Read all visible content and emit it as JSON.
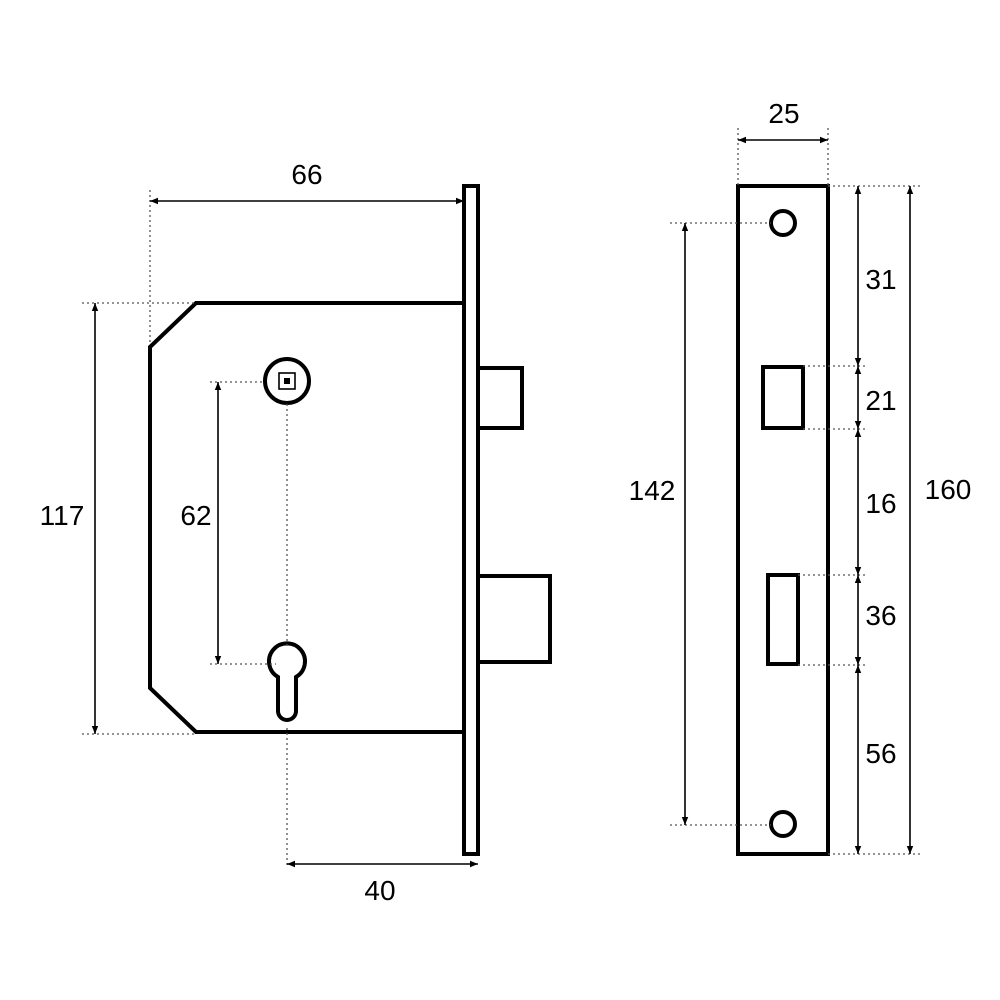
{
  "lock_body": {
    "dimensions": {
      "backset_width": "66",
      "body_height": "117",
      "centre_distance": "62",
      "backset": "40"
    }
  },
  "faceplate": {
    "dimensions": {
      "width": "25",
      "fixing_centres": "142",
      "total_height": "160",
      "top_to_latch": "31",
      "latch_height": "21",
      "gap": "16",
      "bolt_height": "36",
      "bottom_offset": "56"
    }
  },
  "colors": {
    "line": "#000000",
    "dotted": "#555555",
    "background": "#ffffff"
  }
}
